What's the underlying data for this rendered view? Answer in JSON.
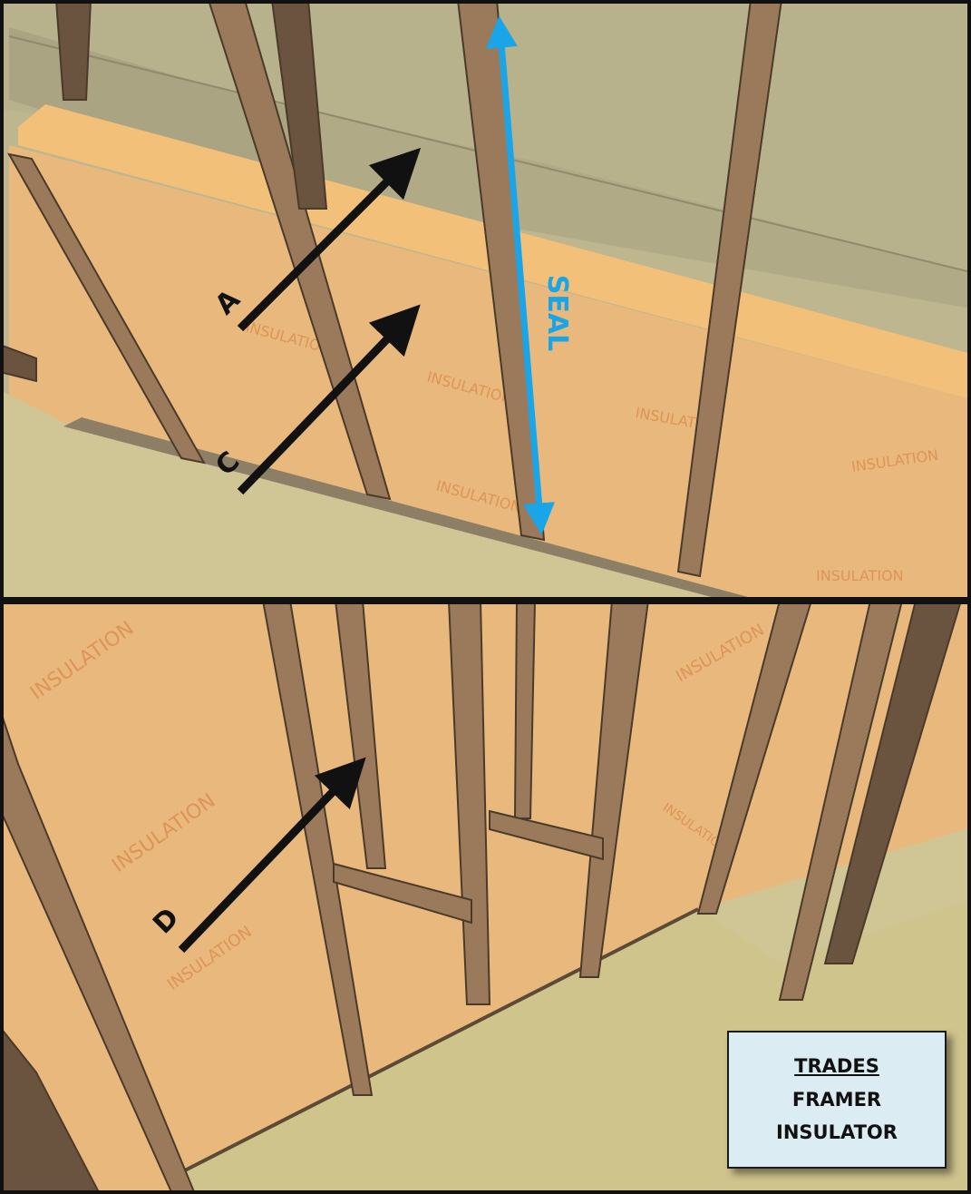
{
  "labels": {
    "a": "A",
    "c": "C",
    "d": "D",
    "seal": "SEAL",
    "insulation": "INSULATION"
  },
  "legend": {
    "title": "TRADES",
    "line1": "FRAMER",
    "line2": "INSULATOR"
  },
  "colors": {
    "insulation_face": "#e9b87d",
    "insulation_stripe": "#f4c892",
    "top_plate_face": "#f3c07a",
    "stud": "#9a7a5b",
    "stud_dark": "#6b543f",
    "drywall": "#c8c39a",
    "floor": "#cfc595",
    "floor_lower": "#d0c48d",
    "border": "#111111",
    "seal_arrow": "#1aa5e8",
    "black_arrow": "#111111",
    "legend_bg": "#dcecf3"
  },
  "icons": {
    "arrow_a": "arrow-up-right-icon",
    "arrow_c": "arrow-up-right-icon",
    "arrow_d": "arrow-up-right-icon",
    "seal": "double-arrow-icon"
  }
}
